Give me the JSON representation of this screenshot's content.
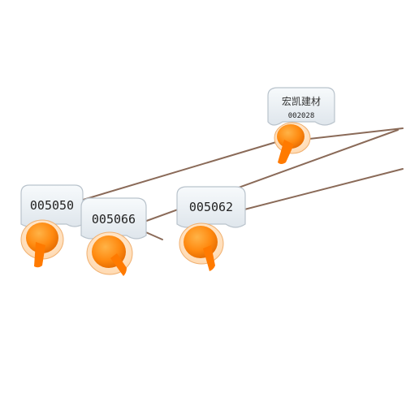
{
  "photo": {
    "background": "#ffffff",
    "seal_color": "#ff8a10",
    "tag_color": "#eef3f7",
    "wire_color": "#8a6a58",
    "seals": [
      {
        "serial": "005050",
        "brand": ""
      },
      {
        "serial": "005066",
        "brand": ""
      },
      {
        "serial": "005062",
        "brand": ""
      },
      {
        "serial": "002028",
        "brand": "宏凯建材"
      }
    ]
  }
}
